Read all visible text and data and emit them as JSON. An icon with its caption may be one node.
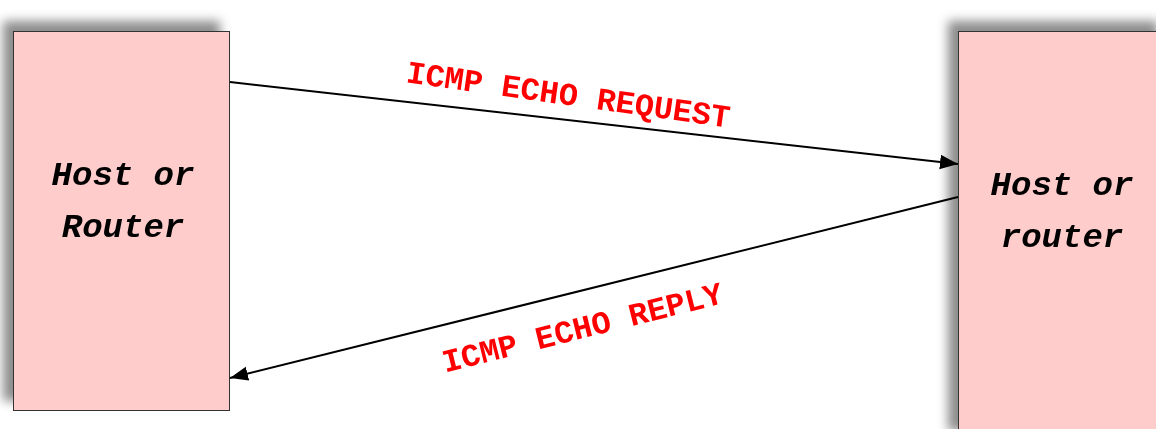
{
  "diagram": {
    "nodes": [
      {
        "text": [
          "Host or Router"
        ]
      },
      {
        "text": [
          "Host or router"
        ]
      }
    ],
    "edges": [
      {
        "from": 0,
        "to": 1,
        "arrow": "to",
        "label": "ICMP ECHO REQUEST"
      },
      {
        "from": 1,
        "to": 0,
        "arrow": "to",
        "label": "ICMP ECHO REPLY"
      }
    ]
  }
}
